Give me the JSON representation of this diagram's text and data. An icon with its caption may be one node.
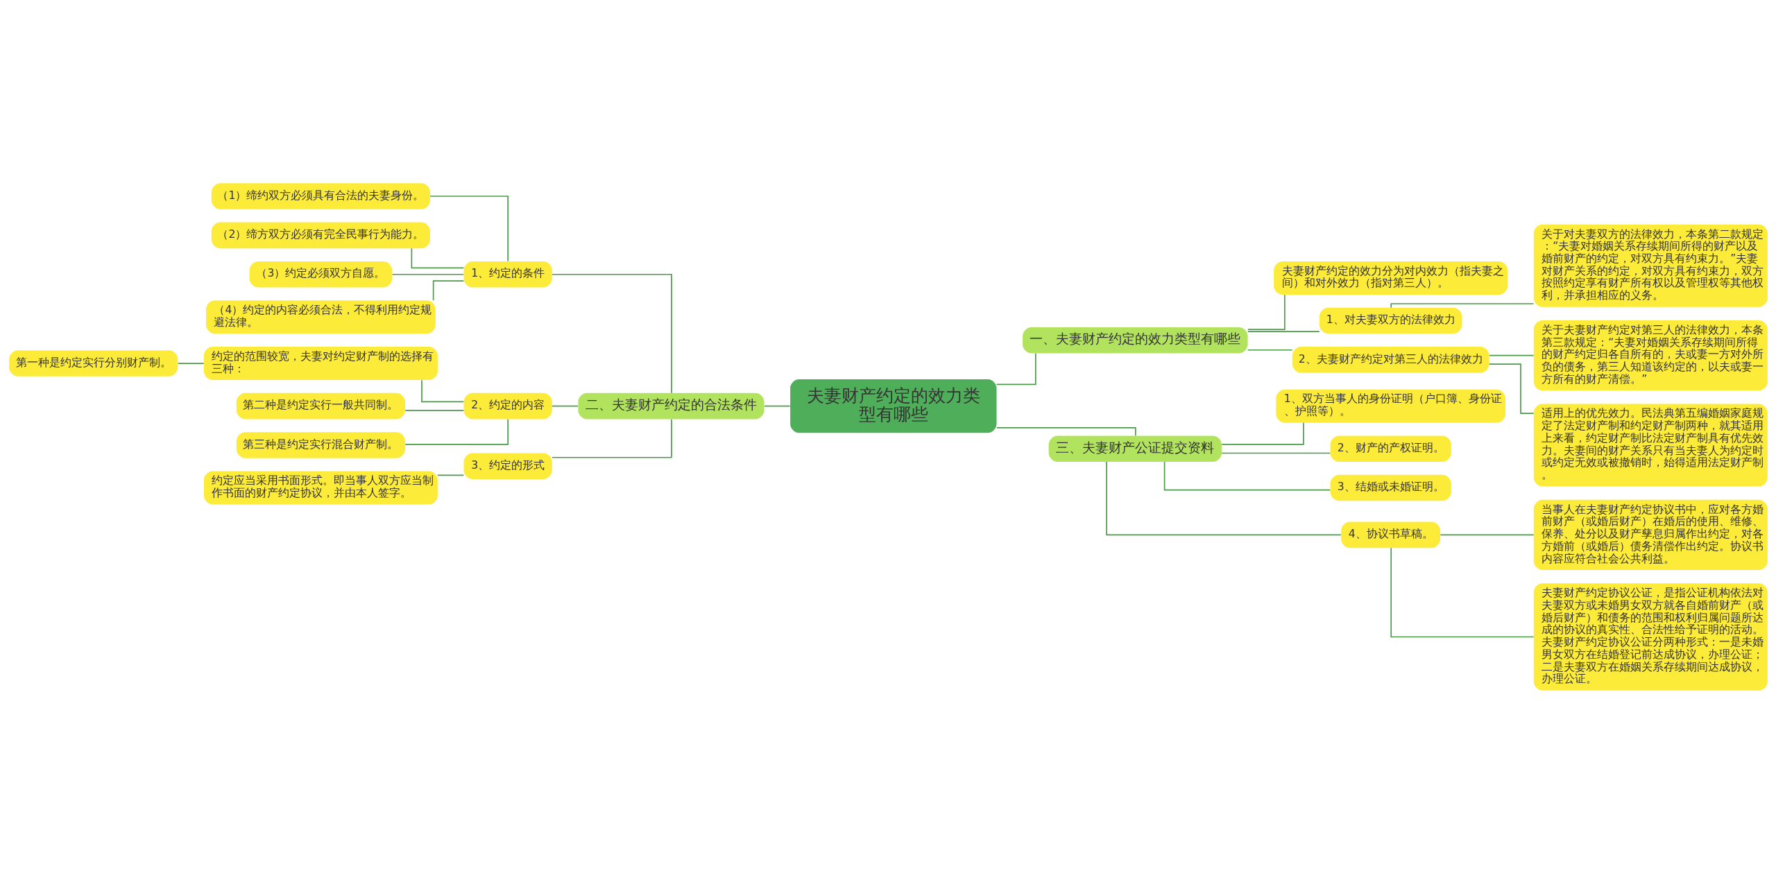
{
  "diagram": {
    "nodes": [
      {
        "text": [
          "夫妻财产约定的效力类型有哪些"
        ]
      },
      {
        "text": [
          "一、夫妻财产约定的效力类型有哪些"
        ]
      },
      {
        "text": [
          "夫妻财产约定的效力分为对内效力（指夫妻之间）和对外效力（指对第三人）。"
        ]
      },
      {
        "text": [
          "1、对夫妻双方的法律效力"
        ]
      },
      {
        "text": [
          "关于对夫妻双方的法律效力，本条第二款规定：“夫妻对婚姻关系存续期间所得的财产以及婚前财产的约定，对双方具有约束力。”夫妻对财产关系的约定，对双方具有约束力，双方按照约定享有财产所有权以及管理权等其他权利，并承担相应的义务。"
        ]
      },
      {
        "text": [
          "2、夫妻财产约定对第三人的法律效力"
        ]
      },
      {
        "text": [
          "关于夫妻财产约定对第三人的法律效力，本条第三款规定：“夫妻对婚姻关系存续期间所得的财产约定归各自所有的，夫或妻一方对外所负的债务，第三人知道该约定的，以夫或妻一方所有的财产清偿。”"
        ]
      },
      {
        "text": [
          "适用上的优先效力。民法典第五编婚姻家庭规定了法定财产制和约定财产制两种，就其适用上来看，约定财产制比法定财产制具有优先效力。夫妻间的财产关系只有当夫妻人为约定时或约定无效或被撤销时，始得适用法定财产制。"
        ]
      },
      {
        "text": [
          "三、夫妻财产公证提交资料"
        ]
      },
      {
        "text": [
          "1、双方当事人的身份证明（户口簿、身份证、护照等）。"
        ]
      },
      {
        "text": [
          "2、财产的产权证明。"
        ]
      },
      {
        "text": [
          "3、结婚或未婚证明。"
        ]
      },
      {
        "text": [
          "4、协议书草稿。"
        ]
      },
      {
        "text": [
          "当事人在夫妻财产约定协议书中，应对各方婚前财产（或婚后财产）在婚后的使用、维修、保养、处分以及财产孳息归属作出约定，对各方婚前（或婚后）债务清偿作出约定。协议书内容应符合社会公共利益。"
        ]
      },
      {
        "text": [
          "夫妻财产约定协议公证，是指公证机构依法对夫妻双方或未婚男女双方就各自婚前财产（或婚后财产）和债务的范围和权利归属问题所达成的协议的真实性、合法性给予证明的活动。夫妻财产约定协议公证分两种形式：一是未婚男女双方在结婚登记前达成协议，办理公证；二是夫妻双方在婚姻关系存续期间达成协议，办理公证。"
        ]
      },
      {
        "text": [
          "二、夫妻财产约定的合法条件"
        ]
      },
      {
        "text": [
          "1、约定的条件"
        ]
      },
      {
        "text": [
          "（1）缔约双方必须具有合法的夫妻身份。"
        ]
      },
      {
        "text": [
          "（2）缔方双方必须有完全民事行为能力。"
        ]
      },
      {
        "text": [
          "（3）约定必须双方自愿。"
        ]
      },
      {
        "text": [
          "（4）约定的内容必须合法，不得利用约定规避法律。"
        ]
      },
      {
        "text": [
          "2、约定的内容"
        ]
      },
      {
        "text": [
          "约定的范围较宽，夫妻对约定财产制的选择有三种："
        ]
      },
      {
        "text": [
          "第一种是约定实行分别财产制。"
        ]
      },
      {
        "text": [
          "第二种是约定实行一般共同制。"
        ]
      },
      {
        "text": [
          "第三种是约定实行混合财产制。"
        ]
      },
      {
        "text": [
          "3、约定的形式"
        ]
      },
      {
        "text": [
          "约定应当采用书面形式。即当事人双方应当制作书面的财产约定协议，并由本人签字。"
        ]
      }
    ],
    "edges": [
      {
        "from": 0,
        "to": 1,
        "arrow": "none"
      },
      {
        "from": 1,
        "to": 2,
        "arrow": "none"
      },
      {
        "from": 1,
        "to": 3,
        "arrow": "none"
      },
      {
        "from": 3,
        "to": 4,
        "arrow": "none"
      },
      {
        "from": 1,
        "to": 5,
        "arrow": "none"
      },
      {
        "from": 5,
        "to": 6,
        "arrow": "none"
      },
      {
        "from": 5,
        "to": 7,
        "arrow": "none"
      },
      {
        "from": 0,
        "to": 8,
        "arrow": "none"
      },
      {
        "from": 8,
        "to": 9,
        "arrow": "none"
      },
      {
        "from": 8,
        "to": 10,
        "arrow": "none"
      },
      {
        "from": 8,
        "to": 11,
        "arrow": "none"
      },
      {
        "from": 8,
        "to": 12,
        "arrow": "none"
      },
      {
        "from": 12,
        "to": 13,
        "arrow": "none"
      },
      {
        "from": 12,
        "to": 14,
        "arrow": "none"
      },
      {
        "from": 0,
        "to": 15,
        "arrow": "none"
      },
      {
        "from": 15,
        "to": 16,
        "arrow": "none"
      },
      {
        "from": 16,
        "to": 17,
        "arrow": "none"
      },
      {
        "from": 16,
        "to": 18,
        "arrow": "none"
      },
      {
        "from": 16,
        "to": 19,
        "arrow": "none"
      },
      {
        "from": 16,
        "to": 20,
        "arrow": "none"
      },
      {
        "from": 15,
        "to": 21,
        "arrow": "none"
      },
      {
        "from": 21,
        "to": 22,
        "arrow": "none"
      },
      {
        "from": 22,
        "to": 23,
        "arrow": "none"
      },
      {
        "from": 21,
        "to": 24,
        "arrow": "none"
      },
      {
        "from": 21,
        "to": 25,
        "arrow": "none"
      },
      {
        "from": 15,
        "to": 26,
        "arrow": "none"
      },
      {
        "from": 26,
        "to": 27,
        "arrow": "none"
      }
    ]
  }
}
